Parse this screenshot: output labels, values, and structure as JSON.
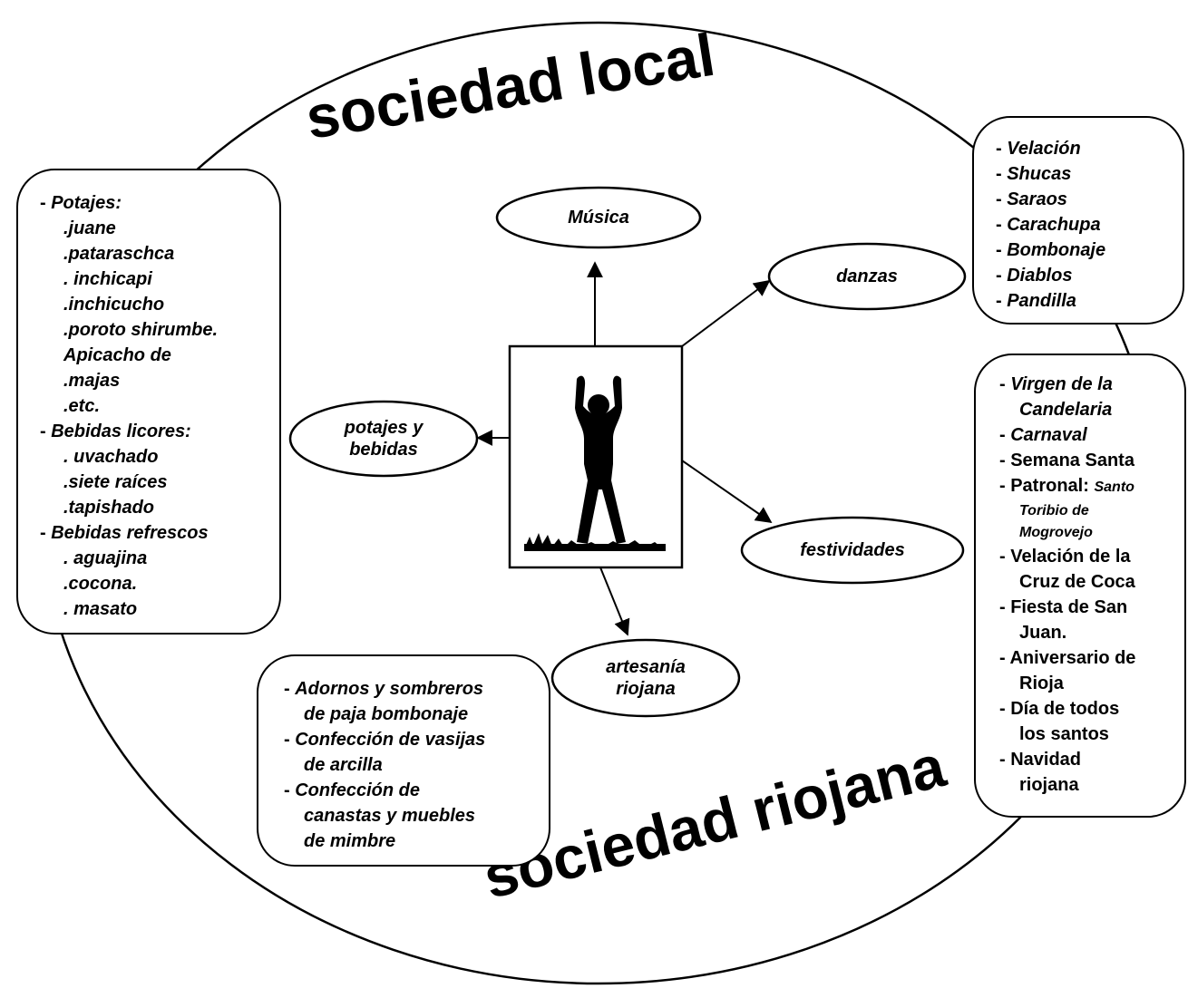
{
  "title_top": "sociedad local",
  "title_bottom": "sociedad riojana",
  "nodes": {
    "musica": "Música",
    "danzas": "danzas",
    "potajes_line1": "potajes y",
    "potajes_line2": "bebidas",
    "festividades": "festividades",
    "artesania_line1": "artesanía",
    "artesania_line2": "riojana"
  },
  "potajes_box": {
    "l1": "Potajes:",
    "l2": ".juane",
    "l3": ".pataraschca",
    "l4": ". inchicapi",
    "l5": ".inchicucho",
    "l6": ".poroto shirumbe.",
    "l7": "Apicacho de",
    "l8": ".majas",
    "l9": ".etc.",
    "l10": "Bebidas licores:",
    "l11": ". uvachado",
    "l12": ".siete raíces",
    "l13": ".tapishado",
    "l14": "Bebidas refrescos",
    "l15": ". aguajina",
    "l16": ".cocona.",
    "l17": ". masato"
  },
  "danzas_box": [
    "Velación",
    "Shucas",
    "Saraos",
    "Carachupa",
    "Bombonaje",
    "Diablos",
    "Pandilla"
  ],
  "festividades_box": {
    "f1a": "Virgen de la",
    "f1b": "Candelaria",
    "f2": "Carnaval",
    "f3": "Semana Santa",
    "f4a": "Patronal:",
    "f4b": "Santo",
    "f4c": "Toribio de",
    "f4d": "Mogrovejo",
    "f5a": "Velación de la",
    "f5b": "Cruz de Coca",
    "f6a": "Fiesta de San",
    "f6b": "Juan.",
    "f7a": "Aniversario de",
    "f7b": "Rioja",
    "f8a": "Día de todos",
    "f8b": "los santos",
    "f9a": "Navidad",
    "f9b": "riojana"
  },
  "artesania_box": {
    "a1a": "Adornos y sombreros",
    "a1b": "de paja bombonaje",
    "a2a": "Confección de vasijas",
    "a2b": "de arcilla",
    "a3a": "Confección de",
    "a3b": "canastas y muebles",
    "a3c": "de mimbre"
  }
}
